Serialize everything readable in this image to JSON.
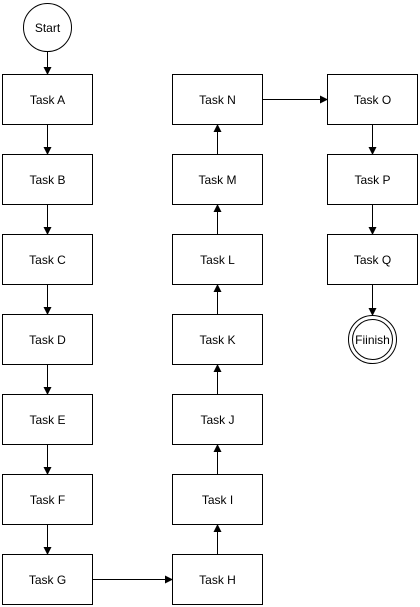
{
  "nodes": {
    "start": "Start",
    "a": "Task A",
    "b": "Task B",
    "c": "Task C",
    "d": "Task D",
    "e": "Task E",
    "f": "Task F",
    "g": "Task G",
    "h": "Task H",
    "i": "Task I",
    "j": "Task J",
    "k": "Task K",
    "l": "Task L",
    "m": "Task M",
    "n": "Task N",
    "o": "Task O",
    "p": "Task P",
    "q": "Task Q",
    "finish": "Fiinish"
  },
  "edges": [
    [
      "start",
      "a"
    ],
    [
      "a",
      "b"
    ],
    [
      "b",
      "c"
    ],
    [
      "c",
      "d"
    ],
    [
      "d",
      "e"
    ],
    [
      "e",
      "f"
    ],
    [
      "f",
      "g"
    ],
    [
      "g",
      "h"
    ],
    [
      "h",
      "i"
    ],
    [
      "i",
      "j"
    ],
    [
      "j",
      "k"
    ],
    [
      "k",
      "l"
    ],
    [
      "l",
      "m"
    ],
    [
      "m",
      "n"
    ],
    [
      "n",
      "o"
    ],
    [
      "o",
      "p"
    ],
    [
      "p",
      "q"
    ],
    [
      "q",
      "finish"
    ]
  ]
}
